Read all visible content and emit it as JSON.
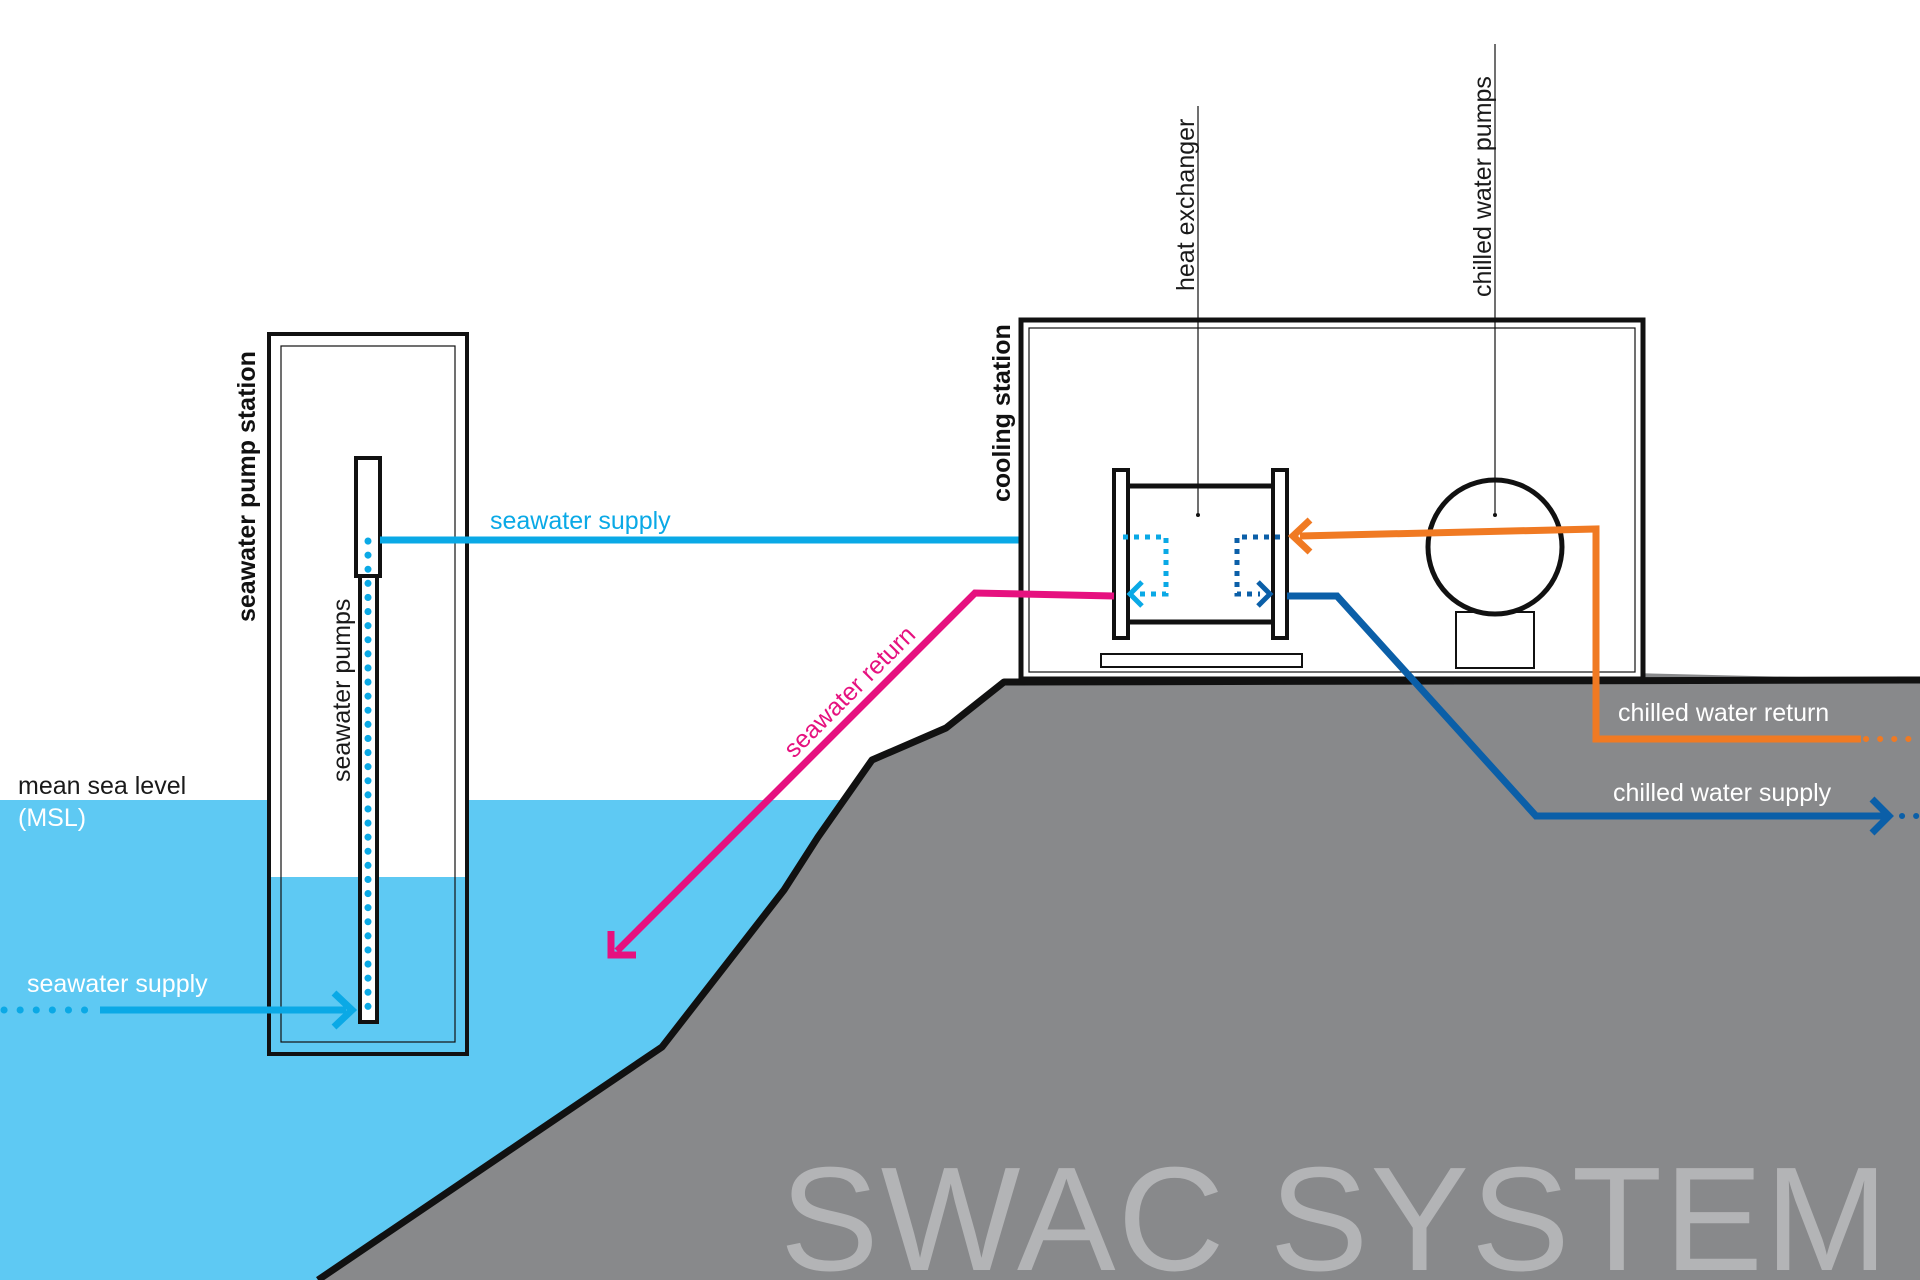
{
  "title": "SWAC SYSTEM",
  "labels": {
    "msl_line1": "mean sea level",
    "msl_line2": "(MSL)",
    "seawater_pump_station": "seawater pump station",
    "seawater_pumps": "seawater pumps",
    "seawater_supply_top": "seawater supply",
    "seawater_supply_bottom": "seawater supply",
    "seawater_return": "seawater return",
    "cooling_station": "cooling station",
    "heat_exchanger": "heat exchanger",
    "chilled_water_pumps": "chilled water pumps",
    "chilled_water_return": "chilled water return",
    "chilled_water_supply": "chilled water supply"
  },
  "colors": {
    "sea": "#5ec9f3",
    "land": "#88898b",
    "seawater_supply": "#0aa9e6",
    "seawater_return": "#e6117f",
    "chilled_return": "#f07a23",
    "chilled_supply": "#0b5fa8",
    "title": "#b3b4b6",
    "outline": "#111111"
  }
}
